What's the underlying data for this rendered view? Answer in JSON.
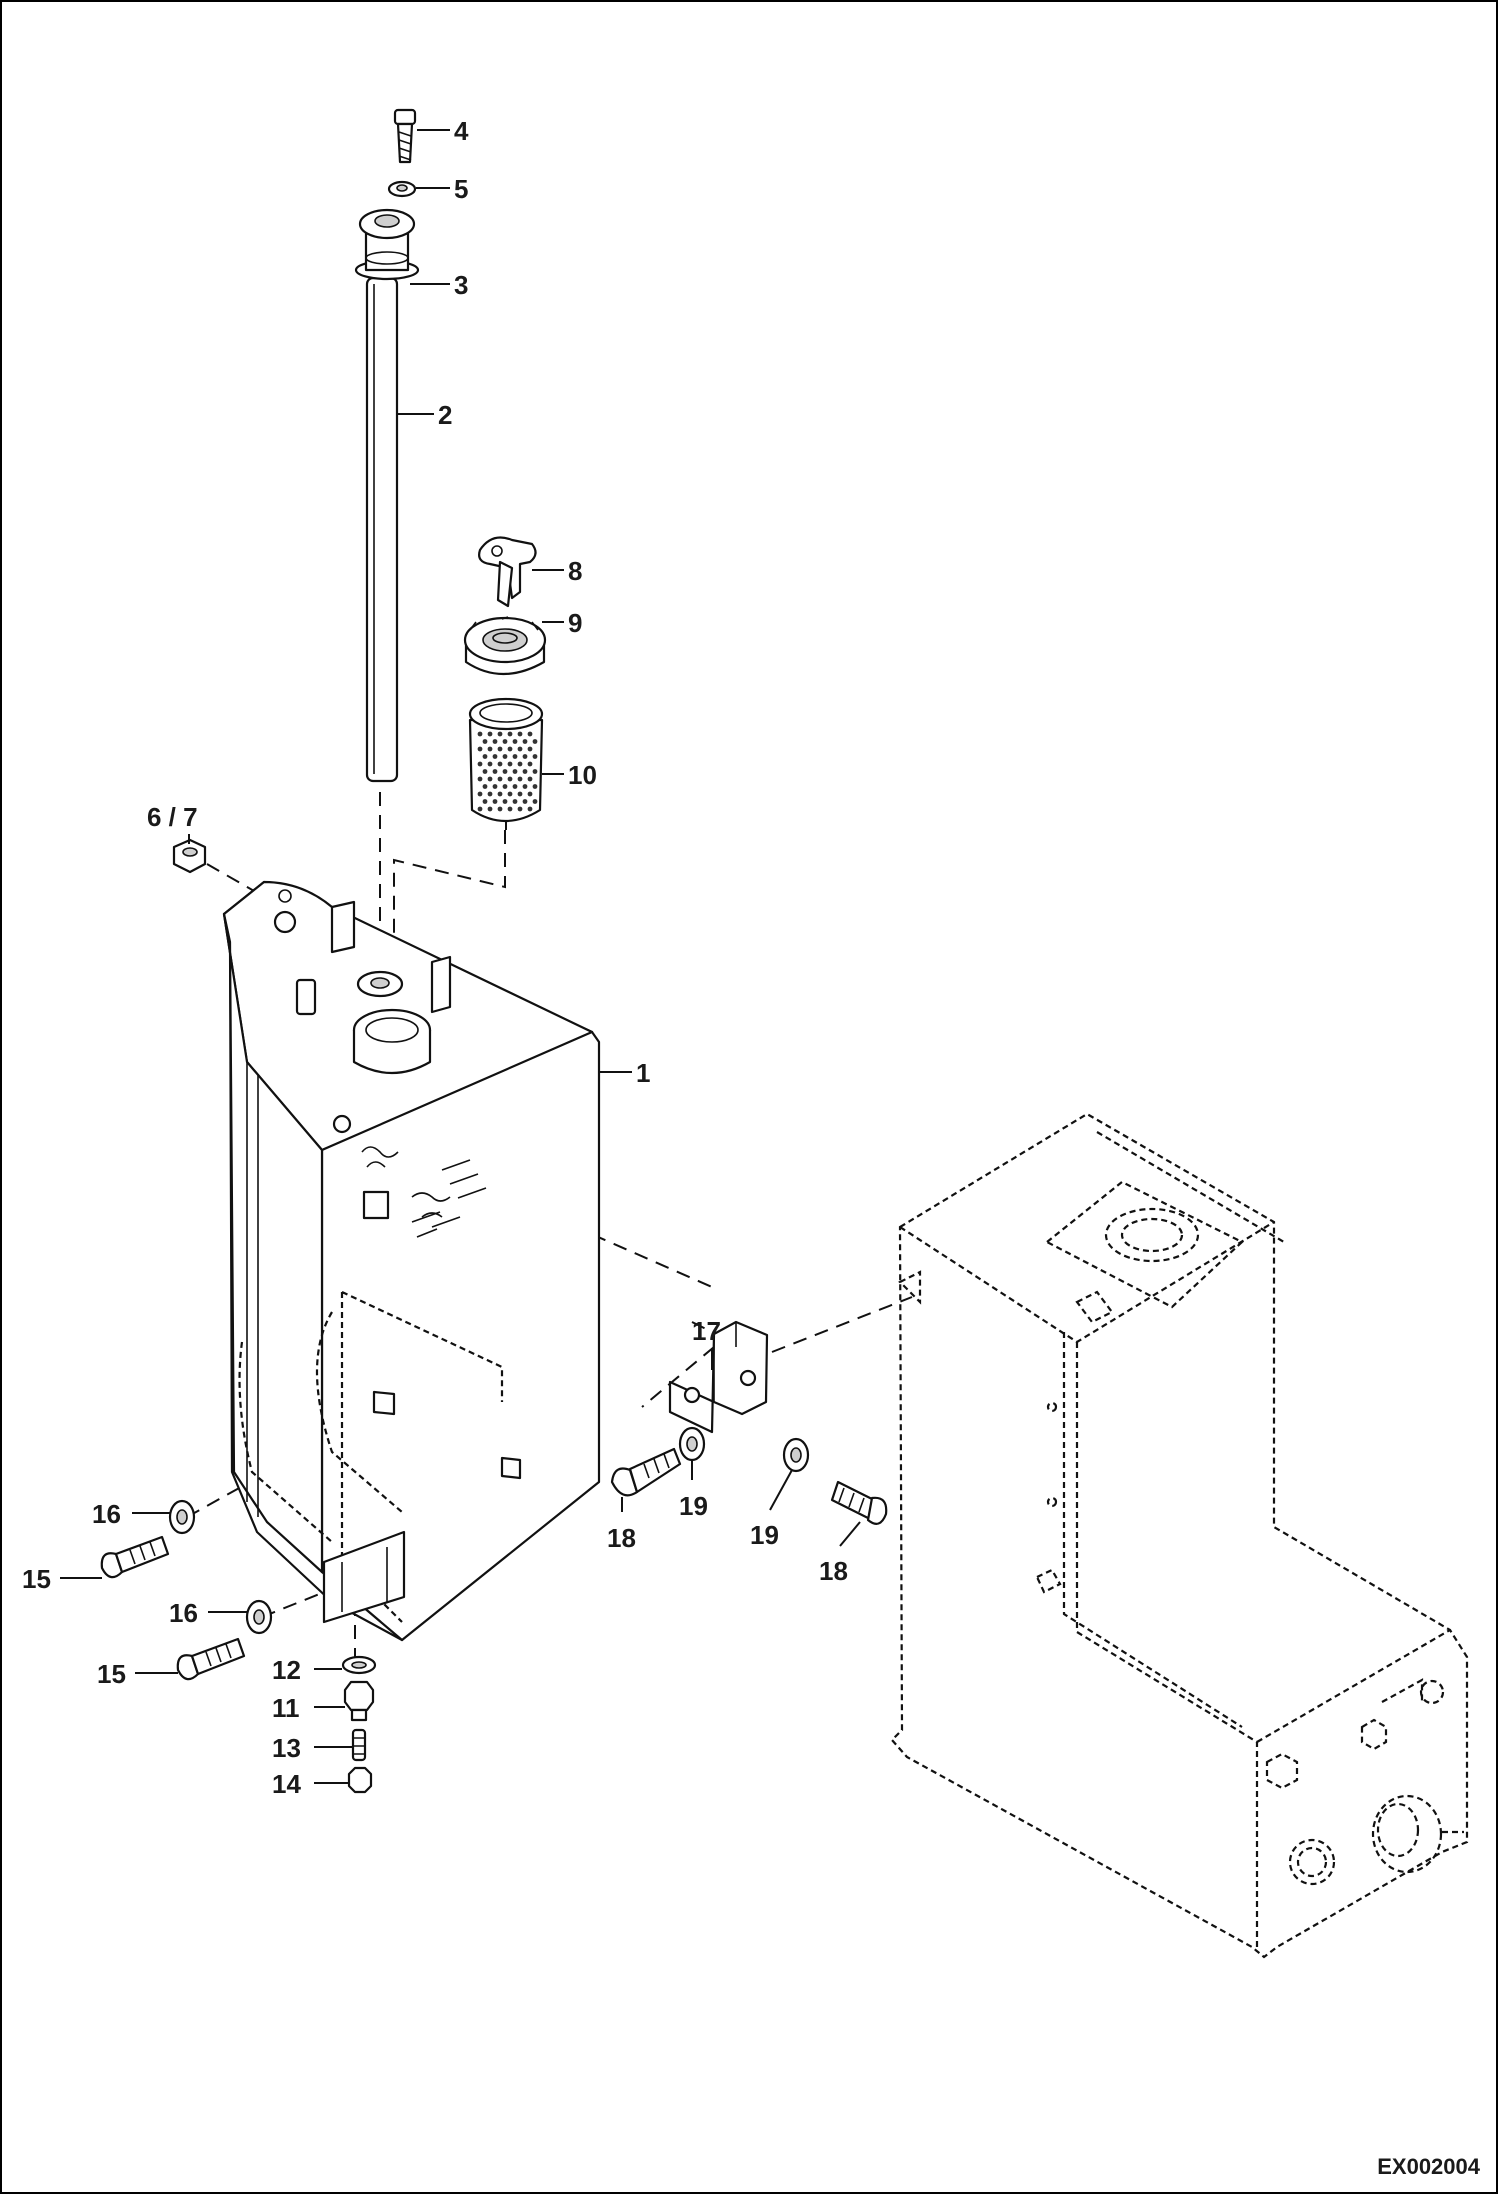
{
  "drawing_code": "EX002004",
  "callouts": [
    {
      "label": "1",
      "part": "hydraulic-tank"
    },
    {
      "label": "2",
      "part": "dipstick-tube"
    },
    {
      "label": "3",
      "part": "filler-neck"
    },
    {
      "label": "4",
      "part": "screw"
    },
    {
      "label": "5",
      "part": "washer"
    },
    {
      "label": "6 / 7",
      "part": "nut"
    },
    {
      "label": "8",
      "part": "filler-cap"
    },
    {
      "label": "9",
      "part": "key"
    },
    {
      "label": "10",
      "part": "strainer"
    },
    {
      "label": "11",
      "part": "drain-fitting"
    },
    {
      "label": "12",
      "part": "seal-ring"
    },
    {
      "label": "13",
      "part": "drain-valve"
    },
    {
      "label": "14",
      "part": "cap"
    },
    {
      "label": "15",
      "part": "bolt"
    },
    {
      "label": "15",
      "part": "bolt"
    },
    {
      "label": "16",
      "part": "washer"
    },
    {
      "label": "16",
      "part": "washer"
    },
    {
      "label": "17",
      "part": "bracket"
    },
    {
      "label": "18",
      "part": "bolt"
    },
    {
      "label": "18",
      "part": "bolt"
    },
    {
      "label": "19",
      "part": "washer"
    },
    {
      "label": "19",
      "part": "washer"
    }
  ]
}
